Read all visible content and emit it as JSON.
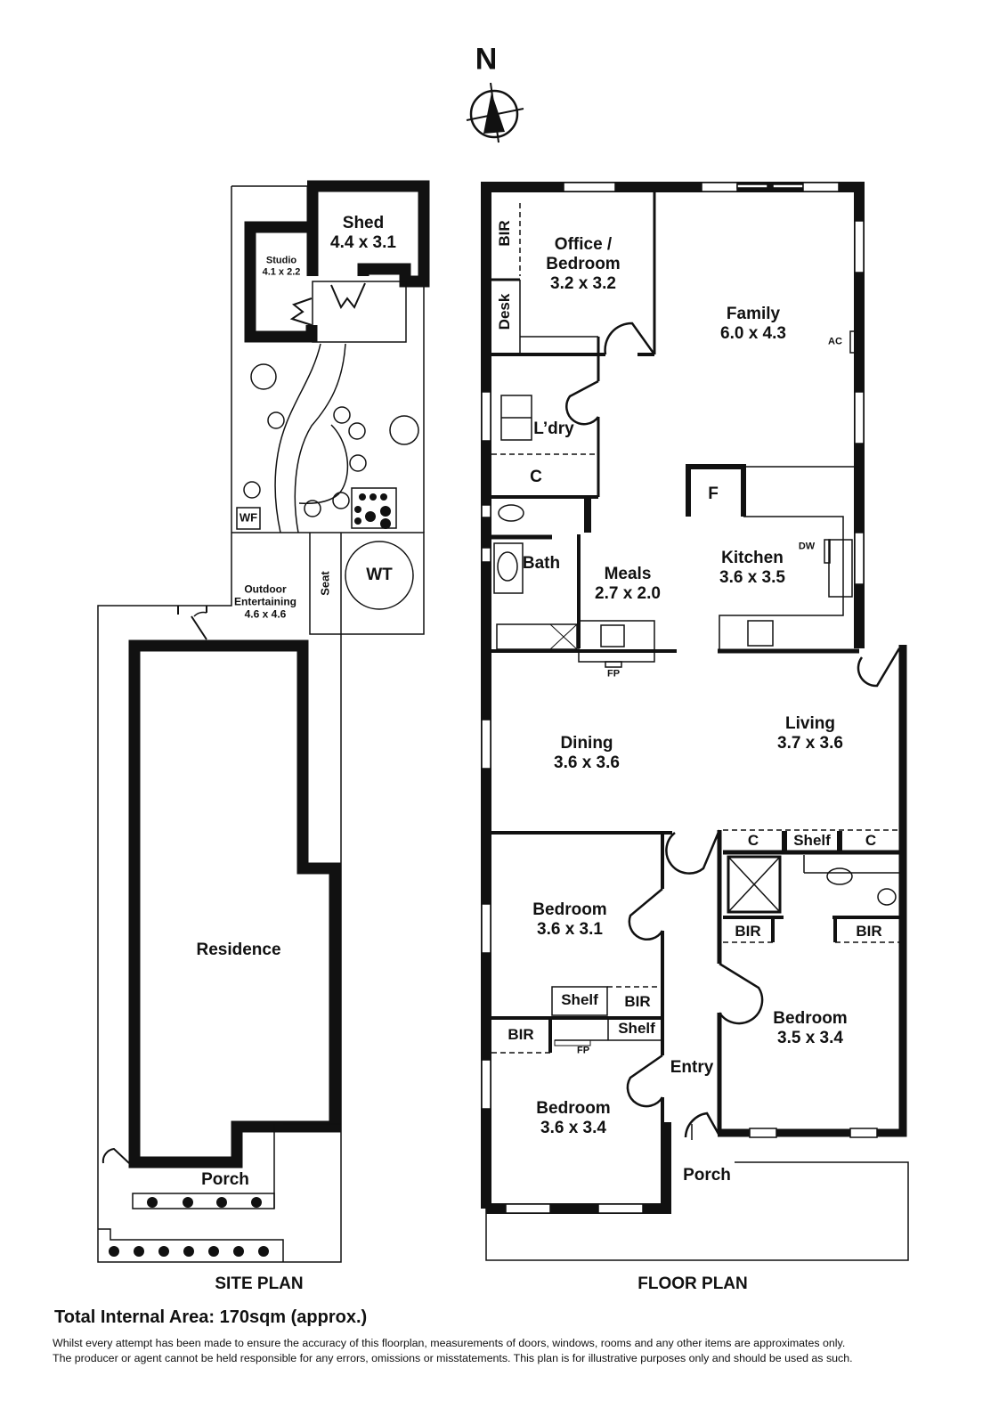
{
  "compass": {
    "label": "N",
    "icon": "north-arrow-icon"
  },
  "site_plan": {
    "title": "SITE PLAN",
    "areas": {
      "shed": {
        "name": "Shed",
        "dim": "4.4 x 3.1"
      },
      "studio": {
        "name": "Studio",
        "dim": "4.1 x 2.2"
      },
      "outdoor": {
        "name1": "Outdoor",
        "name2": "Entertaining",
        "dim": "4.6 x 4.6"
      },
      "wf": {
        "name": "WF"
      },
      "wt": {
        "name": "WT"
      },
      "seat": {
        "name": "Seat"
      },
      "residence": {
        "name": "Residence"
      },
      "porch": {
        "name": "Porch"
      }
    }
  },
  "floor_plan": {
    "title": "FLOOR PLAN",
    "rooms": {
      "office": {
        "name1": "Office /",
        "name2": "Bedroom",
        "dim": "3.2 x 3.2"
      },
      "family": {
        "name": "Family",
        "dim": "6.0 x 4.3"
      },
      "laundry": {
        "name": "L’dry"
      },
      "kitchen": {
        "name": "Kitchen",
        "dim": "3.6 x 3.5"
      },
      "meals": {
        "name": "Meals",
        "dim": "2.7 x 2.0"
      },
      "bath": {
        "name": "Bath"
      },
      "dining": {
        "name": "Dining",
        "dim": "3.6 x 3.6"
      },
      "living": {
        "name": "Living",
        "dim": "3.7 x 3.6"
      },
      "bedroom_a": {
        "name": "Bedroom",
        "dim": "3.6 x 3.1"
      },
      "bedroom_b": {
        "name": "Bedroom",
        "dim": "3.6 x 3.4"
      },
      "bedroom_c": {
        "name": "Bedroom",
        "dim": "3.5 x 3.4"
      },
      "entry": {
        "name": "Entry"
      },
      "porch": {
        "name": "Porch"
      }
    },
    "fixtures": {
      "bir": "BIR",
      "desk": "Desk",
      "cupboard": "C",
      "fridge": "F",
      "shelf": "Shelf",
      "fireplace": "FP",
      "dishwasher": "DW",
      "aircon": "AC"
    }
  },
  "footer": {
    "total_area": "Total Internal Area: 170sqm (approx.)",
    "disclaimer_line1": "Whilst every attempt has been made to ensure the accuracy of this floorplan, measurements of doors, windows, rooms and any other items are approximates only.",
    "disclaimer_line2": "The producer or agent cannot be held responsible for any errors, omissions or misstatements. This plan is for illustrative purposes only and should be used as such."
  },
  "colors": {
    "ink": "#111111",
    "paper": "#ffffff"
  }
}
